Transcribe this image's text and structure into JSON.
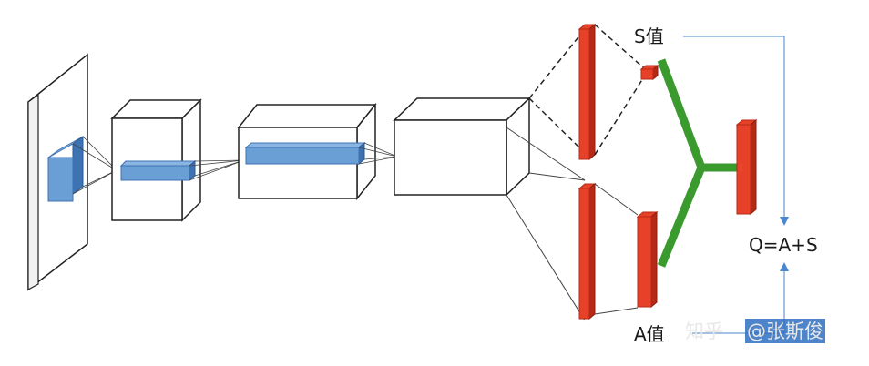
{
  "labels": {
    "s_value": "S值",
    "a_value": "A值",
    "q_formula": "Q=A+S"
  },
  "watermark": {
    "site": "知乎",
    "author": "@张斯俊"
  },
  "colors": {
    "conv_face": "#ffffff",
    "conv_edge": "#222222",
    "filter": "#6a9fd6",
    "filter_dark": "#3d73b3",
    "fc_layer": "#e8412a",
    "fc_layer_dark": "#b52a17",
    "merge": "#3a9a2e",
    "arrow": "#4a86c8"
  }
}
